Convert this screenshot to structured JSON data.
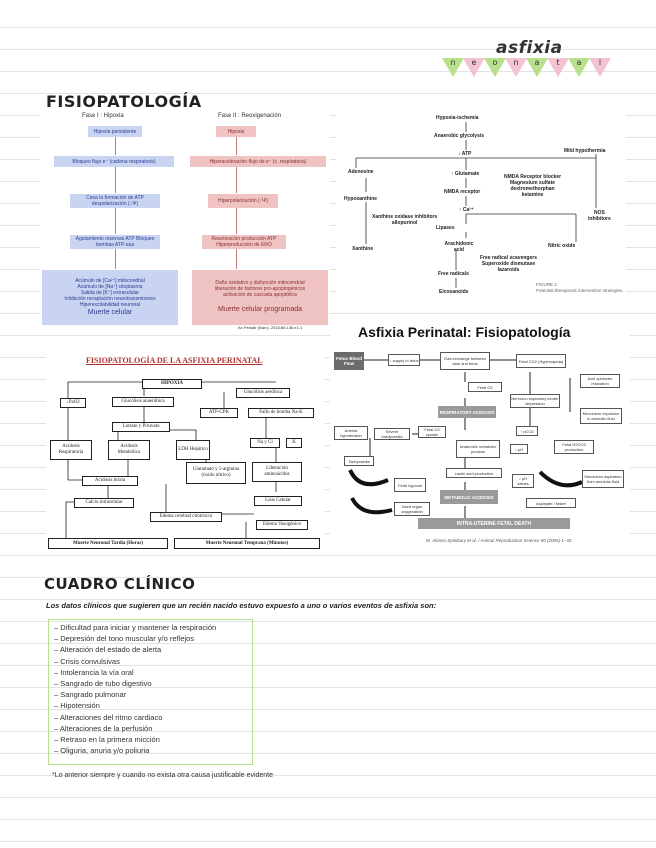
{
  "header": {
    "title": "asfixia",
    "flag_letters": [
      "n",
      "e",
      "o",
      "n",
      "a",
      "t",
      "a",
      "l"
    ],
    "flag_colors": [
      "#b8e08c",
      "#f3c2d3",
      "#b8e08c",
      "#f3c2d3",
      "#b8e08c",
      "#f3c2d3",
      "#b8e08c",
      "#f3c2d3"
    ]
  },
  "fisiopatologia": {
    "title": "FISIOPATOLOGÍA"
  },
  "fig1": {
    "phase1": "Fase I : Hipoxia",
    "phase2": "Fase II : Reoxigenación",
    "left": [
      "Hipoxia persistente",
      "Bloqueo flujo e⁻ (cadena respiratoria)",
      "Cesa la formación de ATP despolarización (↓Ψ)",
      "Agotamiento reservas ATP Bloqueo bombas ATP-asa"
    ],
    "left_final": [
      "Acúmulo de [Ca²⁺] mitocondrial",
      "Acúmulo de [Na⁺] citoplasma",
      "Salida de [K⁺] extracelular",
      "Inhibición recaptación neurotransmisores",
      "Hiperexcitabilidad neuronal"
    ],
    "left_final_bold": "Muerte celular",
    "right": [
      "Hipoxia",
      "Hiperaceleración flujo de e⁻ (c. respiratoria)",
      "Hiperpolarización (↑Ψ)",
      "Reactivación producción ATP Hiperproducción de ERO"
    ],
    "right_final": [
      "Daño oxidativo y disfunción mitocondrial",
      "liberación de factores pro-apoptogénicos",
      "activación de cascada apoptótica"
    ],
    "right_final_bold": "Muerte celular programada",
    "citation": "An Pediatr (Barc). 2016;86:136.e1-1"
  },
  "fig2": {
    "top": "Hypoxia-ischemia",
    "items": [
      "Anaerobic glycolysis",
      "↓ ATP",
      "Adenosine",
      "↑ Glutamate",
      "NMDA receptor",
      "↑ Ca²⁺",
      "Hypoxanthine",
      "Lipases",
      "Xanthine",
      "Arachidonic acid",
      "Free radicals",
      "Eicosanoids",
      "Nitric oxide"
    ],
    "mild": "Mild hypothermia",
    "nmda_blocker": [
      "NMDA Receptor blocker",
      "Magnesium sulfate",
      "dextromethorphan",
      "ketamine"
    ],
    "xanthine_inhib": [
      "Xanthine oxidase inhibitors",
      "allopurinol"
    ],
    "nos": [
      "NOS",
      "inhibitors"
    ],
    "scavengers": [
      "Free radical scavengers",
      "Superoxide dismutase",
      "lazaroids"
    ],
    "caption": [
      "FIGURE 2",
      "Potential therapeutic intervention strategies."
    ]
  },
  "fig3": {
    "title": "FISIOPATOLOGÍA DE LA ASFIXIA PERINATAL",
    "boxes": [
      "HIPOXIA",
      "Glucólisis aeróbica",
      "↓PaO2",
      "Glucólisis anaeróbica",
      "ATP-CPK",
      "Fallo de bomba Na-K",
      "Lactato y Piruvato",
      "Acidosis Respiratoria",
      "Acidosis Metabólica",
      "LDH Hepático",
      "Na y Cl",
      "K",
      "Acidosis mixta",
      "Glutamato y 5-arginina (óxido nítrico)",
      "Liberación aminoácidos",
      "Calcio intracelular",
      "Lisis Celular",
      "Edema cerebral citotóxico",
      "Edema Vasogénico"
    ],
    "bottom_left": "Muerte Neuronal Tardía (Horas)",
    "bottom_right": "Muerte Neuronal Temprana (Minutos)"
  },
  "fig4": {
    "title": "Asfixia Perinatal: Fisiopatología",
    "start": "Fetus Blood Flow",
    "boxes": [
      "↓ supply to fetus",
      "Gas exchange between dam and fetus",
      "Fetal CO2 (Hypercapnia)",
      "Fetal O2",
      "Acid sphincter relaxation",
      "RESPIRATORY ACIDOSIS",
      "Nervous respiratory center depression",
      "↑ pCO2",
      "Meconium expulsion in amniotic fluid",
      "Arterial hypotension",
      "Severe bradycardia",
      "Fetal O2 uptake",
      "Anaerobic metabolic process",
      "↓ pH",
      "Fetal H2CO3 production",
      "Lactic acid production",
      "Tachycardia",
      "Fetal hypoxia",
      "METABOLIC ACIDOSIS",
      "↓ pH values",
      "Meconium aspiration from amniotic fluid",
      "Aspiryate / faster",
      "Used organ oxygenation"
    ],
    "bottom": "INTRA-UTERINE FETAL DEATH",
    "citation": "M. Alonso-Spilsbury et al. / Animal Reproduction Science 90 (2005) 1–30"
  },
  "cuadro": {
    "title": "CUADRO CLÍNICO",
    "intro": "Los datos clínicos que sugieren que un recién nacido estuvo expuesto a uno o varios eventos de asfixia son:",
    "items": [
      "– Dificultad para iniciar y mantener la respiración",
      "– Depresión del tono muscular y/o reflejos",
      "– Alteración del estado de alerta",
      "– Crisis convulsivas",
      "– Intolerancia la vía oral",
      "– Sangrado de tubo digestivo",
      "– Sangrado pulmonar",
      "– Hipotensión",
      "– Alteraciones del ritmo cardiaco",
      "– Alteraciones de la perfusión",
      "– Retraso en la primera micción",
      "– Oliguria, anuria y/o poliuria"
    ],
    "note": "*Lo anterior siempre y cuando no exista otra causa justificable evidente"
  }
}
